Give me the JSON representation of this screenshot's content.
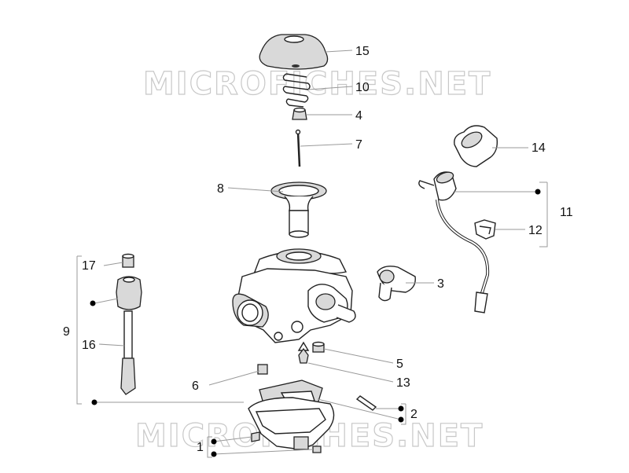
{
  "watermark": "MICROFICHES.NET",
  "labels": {
    "l1": "1",
    "l2": "2",
    "l3": "3",
    "l4": "4",
    "l5": "5",
    "l6": "6",
    "l7": "7",
    "l8": "8",
    "l9": "9",
    "l10": "10",
    "l11": "11",
    "l12": "12",
    "l13": "13",
    "l14": "14",
    "l15": "15",
    "l16": "16",
    "l17": "17"
  },
  "colors": {
    "line": "#222222",
    "leader": "#9a9a9a",
    "watermark": "#c8c8c8"
  }
}
